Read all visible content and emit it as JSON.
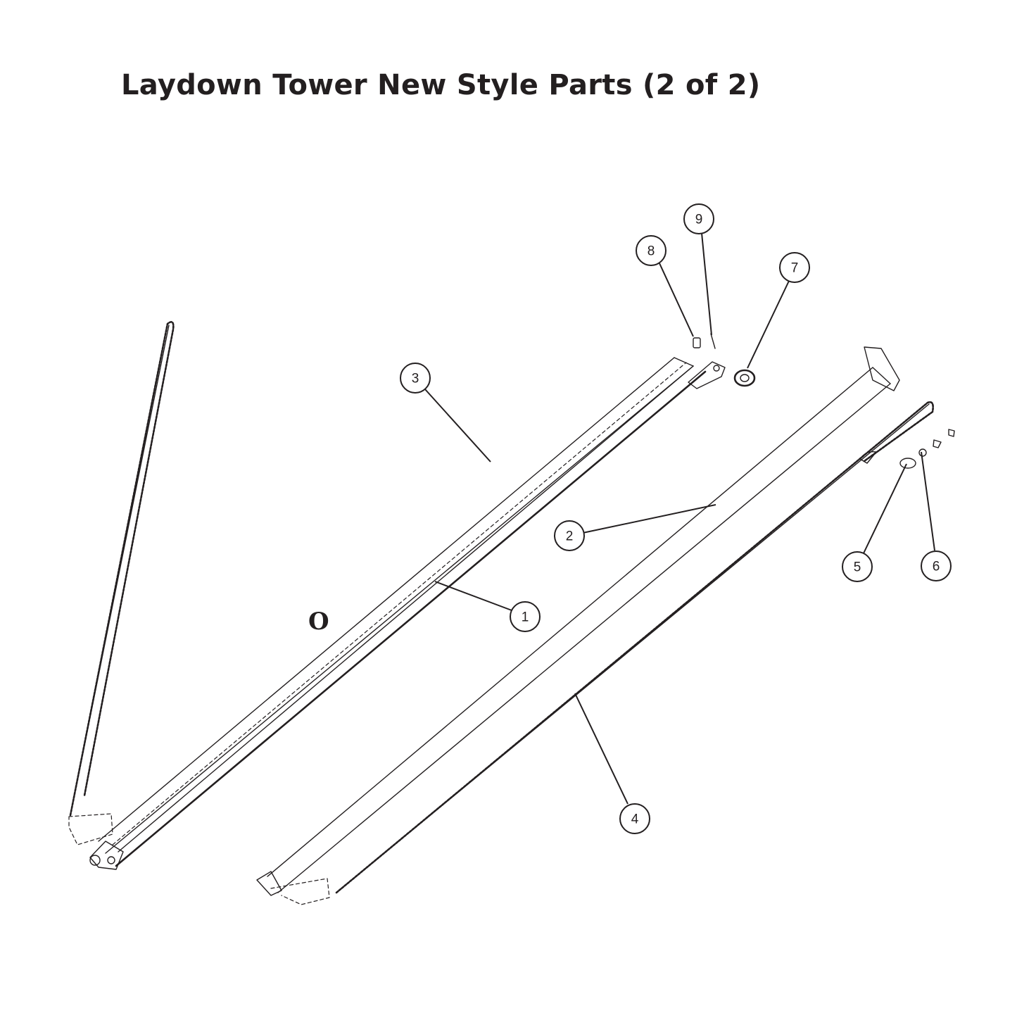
{
  "title": "Laydown Tower New Style Parts (2 of 2)",
  "colors": {
    "ink": "#231f20",
    "background": "#ffffff"
  },
  "drawing_mark": "O",
  "callouts": [
    {
      "label": "1"
    },
    {
      "label": "2"
    },
    {
      "label": "3"
    },
    {
      "label": "4"
    },
    {
      "label": "5"
    },
    {
      "label": "6"
    },
    {
      "label": "7"
    },
    {
      "label": "8"
    },
    {
      "label": "9"
    }
  ]
}
